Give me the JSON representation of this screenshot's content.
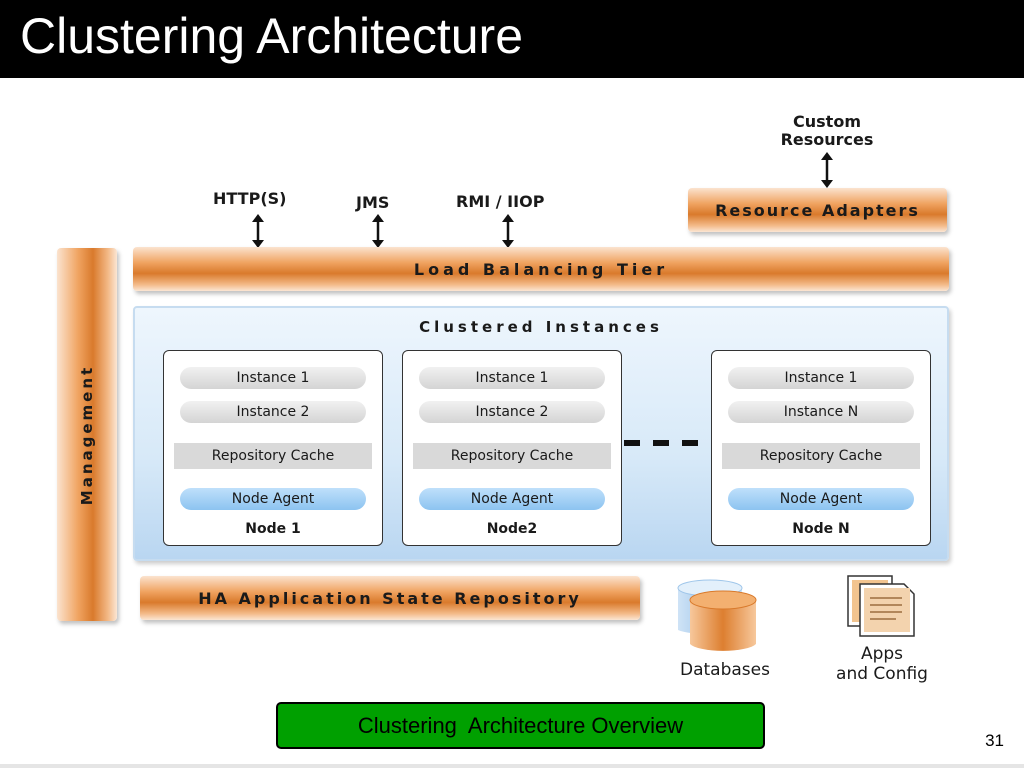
{
  "slide": {
    "title": "Clustering Architecture",
    "caption": "Clustering  Architecture Overview",
    "page_number": "31"
  },
  "diagram": {
    "protocols": [
      "HTTP(S)",
      "JMS",
      "RMI / IIOP"
    ],
    "custom_resources": "Custom\nResources",
    "resource_adapters": "Resource Adapters",
    "load_balancing_tier": "Load Balancing Tier",
    "management": "Management",
    "clustered_instances": "Clustered Instances",
    "nodes": [
      {
        "instances": [
          "Instance 1",
          "Instance 2"
        ],
        "cache": "Repository Cache",
        "agent": "Node Agent",
        "name": "Node 1"
      },
      {
        "instances": [
          "Instance 1",
          "Instance 2"
        ],
        "cache": "Repository Cache",
        "agent": "Node Agent",
        "name": "Node2"
      },
      {
        "instances": [
          "Instance 1",
          "Instance N"
        ],
        "cache": "Repository Cache",
        "agent": "Node Agent",
        "name": "Node N"
      }
    ],
    "ha_repository": "HA Application State Repository",
    "databases": "Databases",
    "apps_config": "Apps\nand Config"
  },
  "colors": {
    "title_bar": "#000000",
    "caption_box": "#00a000",
    "orange_bar": "#d97a2c",
    "cluster_bg": "#d7e9f8",
    "node_agent": "#8cc3f0"
  },
  "icons": [
    "double-arrow-icon",
    "database-cylinder-icon",
    "documents-icon"
  ]
}
